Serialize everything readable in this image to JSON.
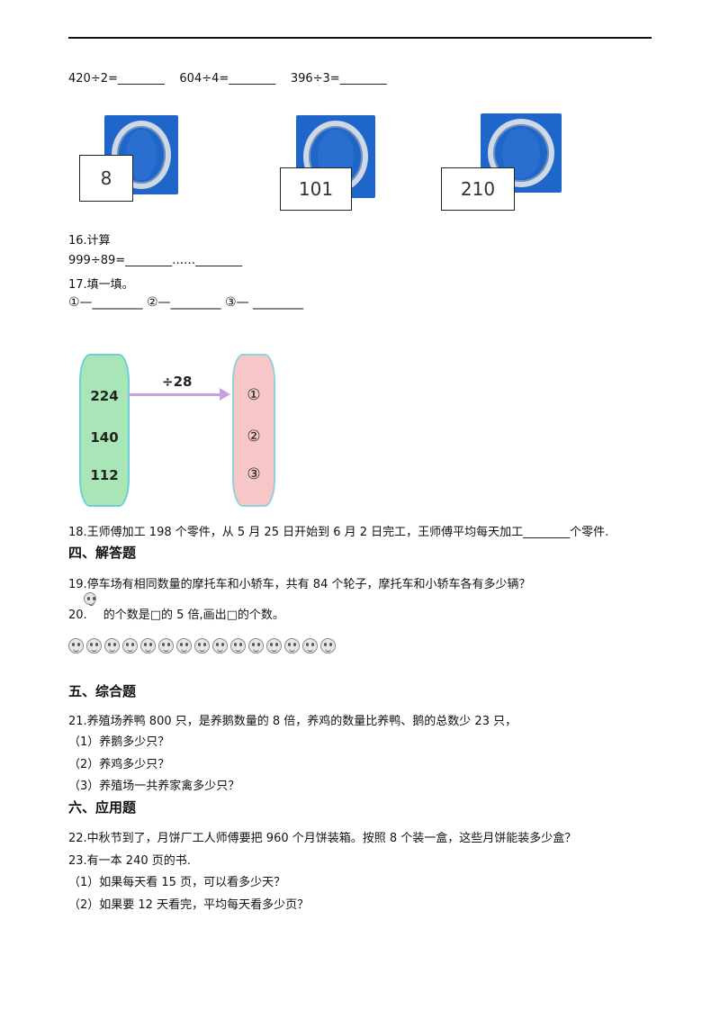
{
  "q15_equations": [
    "420÷2=________",
    "604÷4=________",
    "396÷3=________"
  ],
  "cards": [
    "8",
    "101",
    "210"
  ],
  "q16": {
    "title": "16.计算",
    "expr": "999÷89=________……________"
  },
  "q17": {
    "title": "17.填一填。",
    "blanks": "①—________   ②—________  ③— ________"
  },
  "diagram": {
    "left_values": [
      "224",
      "140",
      "112"
    ],
    "operation": "÷28",
    "right_labels": [
      "①",
      "②",
      "③"
    ]
  },
  "q18": "18.王师傅加工 198 个零件，从 5 月 25 日开始到 6 月 2 日完工，王师傅平均每天加工________个零件.",
  "sec4": "四、解答题",
  "q19": "19.停车场有相同数量的摩托车和小轿车，共有 84 个轮子，摩托车和小轿车各有多少辆？",
  "q20_prefix": "20.",
  "q20_text": "的个数是□的 5 倍,画出□的个数。",
  "smiley_count": 15,
  "sec5": "五、综合题",
  "q21": "21.养殖场养鸭 800 只，是养鹅数量的 8 倍，养鸡的数量比养鸭、鹅的总数少 23 只，",
  "q21_parts": [
    "（1）养鹅多少只？",
    "（2）养鸡多少只？",
    "（3）养殖场一共养家禽多少只？"
  ],
  "sec6": "六、应用题",
  "q22": "22.中秋节到了，月饼厂工人师傅要把 960 个月饼装箱。按照 8 个装一盒，这些月饼能装多少盒？",
  "q23": "23.有一本 240 页的书.",
  "q23_parts": [
    "（1）如果每天看 15 页，可以看多少天？",
    "（2）如果要 12 天看完，平均每天看多少页？"
  ]
}
